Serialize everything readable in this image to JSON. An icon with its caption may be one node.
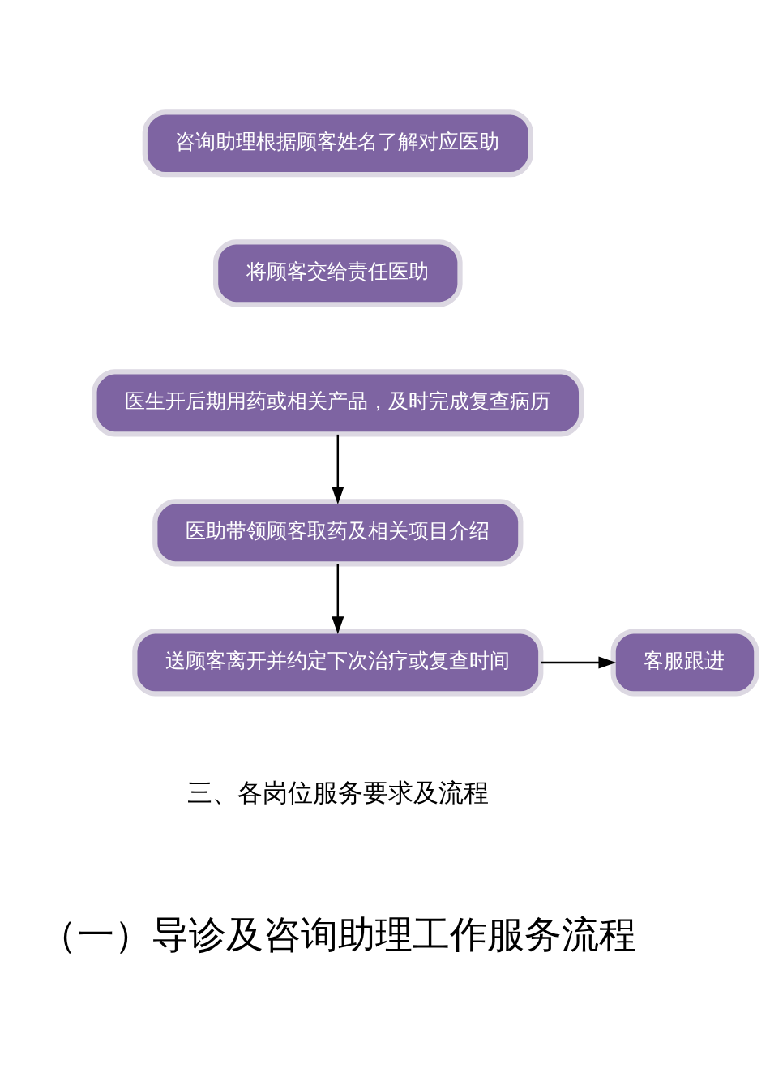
{
  "diagram": {
    "nodes": [
      {
        "text": [
          "咨询助理根据顾客姓名了解对应医助"
        ]
      },
      {
        "text": [
          "将顾客交给责任医助"
        ]
      },
      {
        "text": [
          "医生开后期用药或相关产品，及时完成复查病历"
        ]
      },
      {
        "text": [
          "医助带领顾客取药及相关项目介绍"
        ]
      },
      {
        "text": [
          "送顾客离开并约定下次治疗或复查时间"
        ]
      },
      {
        "text": [
          "客服跟进"
        ]
      }
    ],
    "edges": [
      {
        "from": 2,
        "to": 3,
        "arrow": "to"
      },
      {
        "from": 3,
        "to": 4,
        "arrow": "to"
      },
      {
        "from": 4,
        "to": 5,
        "arrow": "to"
      }
    ],
    "labels": [
      "三、各岗位服务要求及流程",
      "（一）导诊及咨询助理工作服务流程"
    ]
  }
}
